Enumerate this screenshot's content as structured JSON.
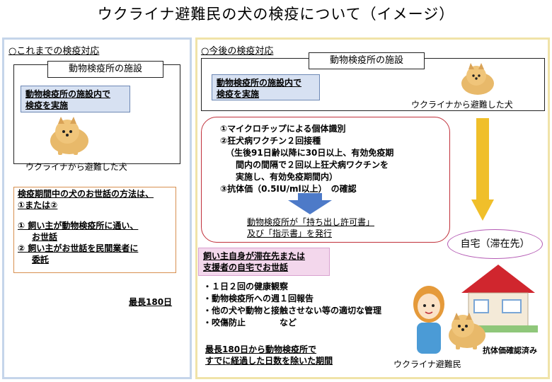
{
  "title": "ウクライナ避難民の犬の検疫について（イメージ）",
  "left": {
    "heading": "○これまでの検疫対応",
    "facility_label": "動物検疫所の施設",
    "quarantine_note": [
      "動物検疫所の施設内で",
      "検疫を実施"
    ],
    "dog_caption": "ウクライナから避難した犬",
    "care_methods": [
      "検疫期間中の犬のお世話の方法は、",
      "①または②",
      "①  飼い主が動物検疫所に通い、",
      "お世話",
      "②  飼い主がお世話を民間業者に",
      "委託"
    ],
    "max_period": "最長180日"
  },
  "right": {
    "heading": "○今後の検疫対応",
    "facility_label": "動物検疫所の施設",
    "quarantine_note": [
      "動物検疫所の施設内で",
      "検疫を実施"
    ],
    "dog_caption": "ウクライナから避難した犬",
    "steps": [
      "①マイクロチップによる個体識別",
      "②狂犬病ワクチン２回接種",
      "（生後91日齢以降に30日以上、有効免疫期",
      "間内の間隔で２回以上狂犬病ワクチンを",
      "実施し、有効免疫期間内）",
      "③抗体価（0.5IU/ml以上）　の確認"
    ],
    "permit": [
      "動物検疫所が「持ち出し許可書」",
      "及び「指示書」を発行"
    ],
    "home_label": "自宅（滞在先）",
    "owner_home_note": [
      "飼い主自身が滞在先または",
      "支援者の自宅でお世話"
    ],
    "care_list": [
      "・１日２回の健康観察",
      "・動物検疫所への週１回報告",
      "・他の犬や動物と接触させない等の適切な管理",
      "・咬傷防止　　　　など"
    ],
    "period_note": [
      "最長180日から動物検疫所で",
      "すでに経過した日数を除いた期間"
    ],
    "refugee_caption": "ウクライナ避難民",
    "antibody_label": "抗体価確認済み"
  },
  "colors": {
    "left_border": "#c5d5ea",
    "right_border": "#f0e3a8",
    "blue_fill": "#d7e1f2",
    "red_outline": "#c0303a",
    "arrow_yellow": "#f0bf2a",
    "arrow_blue": "#4d7ac8",
    "pink_fill": "#f3d7ec",
    "house_roof": "#d0262e"
  },
  "icons": [
    "pomeranian-dog-icon",
    "person-icon",
    "house-icon",
    "down-arrow-icon"
  ]
}
